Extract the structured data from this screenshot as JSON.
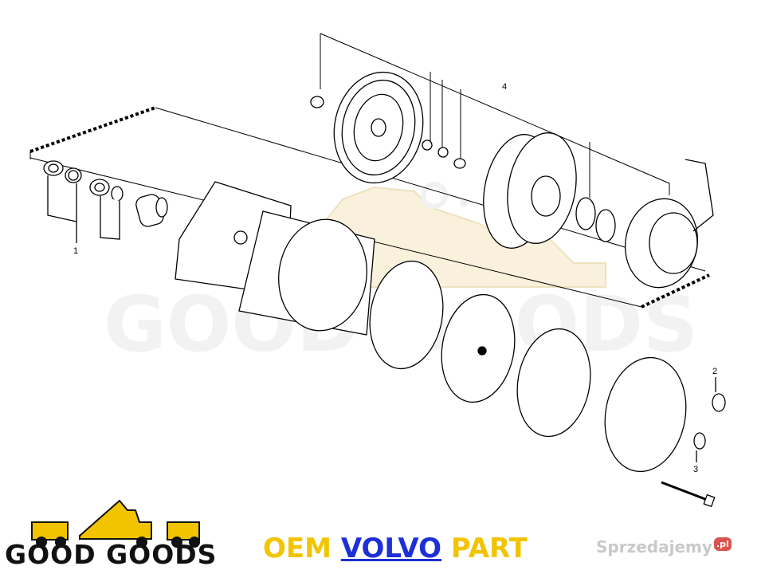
{
  "diagram": {
    "callouts": [
      "1",
      "2",
      "3",
      "4"
    ],
    "watermark_text": "GOOD GOODS"
  },
  "footer": {
    "logo_text": "GOOD GOODS",
    "oem_prefix": "OEM",
    "brand": "VOLVO",
    "oem_suffix": "PART",
    "site": "Sprzedajemy",
    "site_tld": ".pl"
  },
  "colors": {
    "brand_yellow": "#f2c400",
    "brand_blue": "#1d2fd6",
    "watermark": "#e9e9e9"
  }
}
